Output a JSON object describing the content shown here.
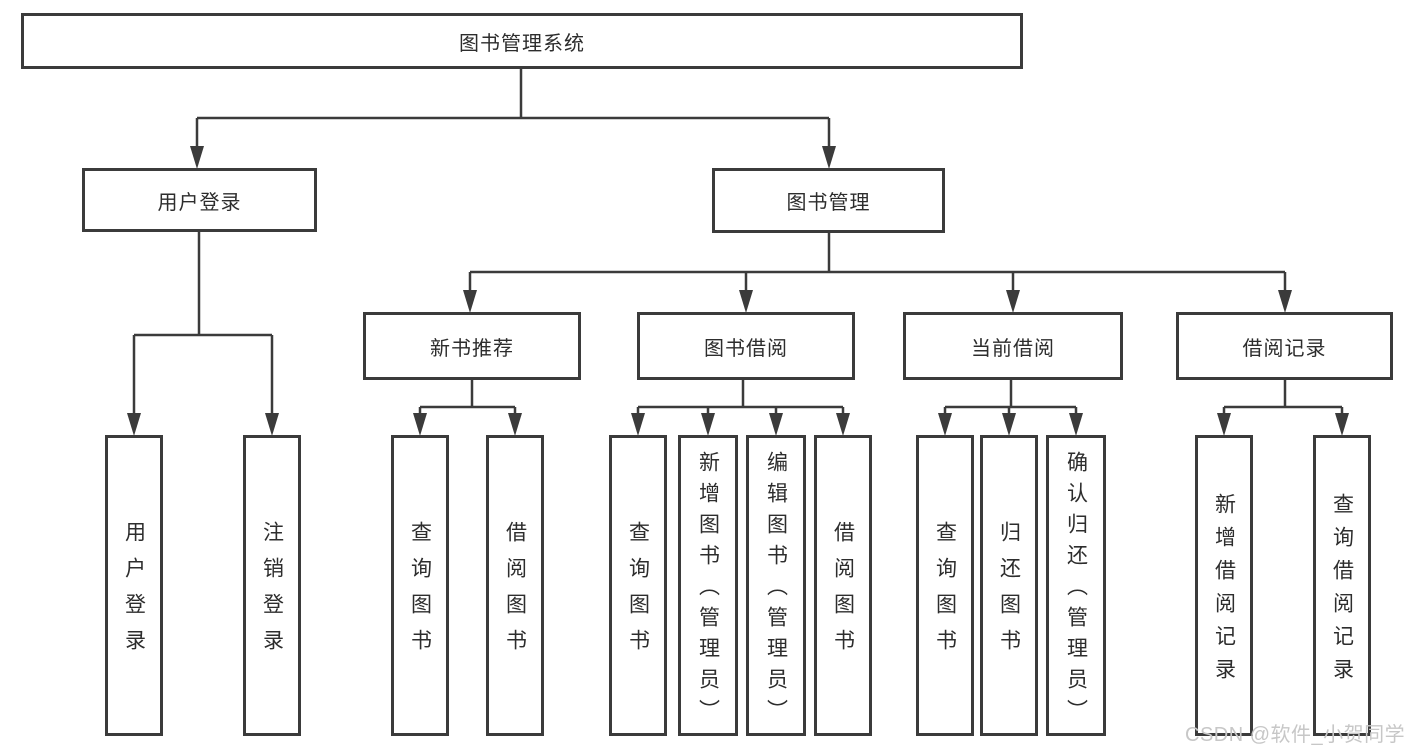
{
  "diagram": {
    "type": "hierarchy-tree",
    "root": {
      "id": "library-management-system",
      "label": "图书管理系统"
    },
    "branches": [
      {
        "id": "user-login",
        "label": "用户登录",
        "children": [
          {
            "id": "leaf-user-login",
            "label": "用户登录"
          },
          {
            "id": "leaf-logout",
            "label": "注销登录"
          }
        ]
      },
      {
        "id": "book-management",
        "label": "图书管理",
        "children": [
          {
            "id": "new-book-recommendation",
            "label": "新书推荐",
            "children": [
              {
                "id": "leaf-recommend-query-books",
                "label": "查询图书"
              },
              {
                "id": "leaf-recommend-borrow-books",
                "label": "借阅图书"
              }
            ]
          },
          {
            "id": "book-borrowing",
            "label": "图书借阅",
            "children": [
              {
                "id": "leaf-borrow-query-books",
                "label": "查询图书"
              },
              {
                "id": "leaf-borrow-add-books-admin",
                "label": "新增图书（管理员）"
              },
              {
                "id": "leaf-borrow-edit-books-admin",
                "label": "编辑图书（管理员）"
              },
              {
                "id": "leaf-borrow-borrow-books",
                "label": "借阅图书"
              }
            ]
          },
          {
            "id": "current-borrowing",
            "label": "当前借阅",
            "children": [
              {
                "id": "leaf-current-query-books",
                "label": "查询图书"
              },
              {
                "id": "leaf-current-return-books",
                "label": "归还图书"
              },
              {
                "id": "leaf-current-confirm-return-admin",
                "label": "确认归还（管理员）"
              }
            ]
          },
          {
            "id": "borrowing-records",
            "label": "借阅记录",
            "children": [
              {
                "id": "leaf-records-add-record",
                "label": "新增借阅记录"
              },
              {
                "id": "leaf-records-query-record",
                "label": "查询借阅记录"
              }
            ]
          }
        ]
      }
    ]
  },
  "watermark": {
    "text": "CSDN @软件_小贺同学"
  },
  "colors": {
    "line": "#3b3b3b",
    "box_border": "#3b3b3b",
    "text": "#2d2d2d",
    "watermark": "#c7c7c7",
    "background": "#ffffff"
  }
}
